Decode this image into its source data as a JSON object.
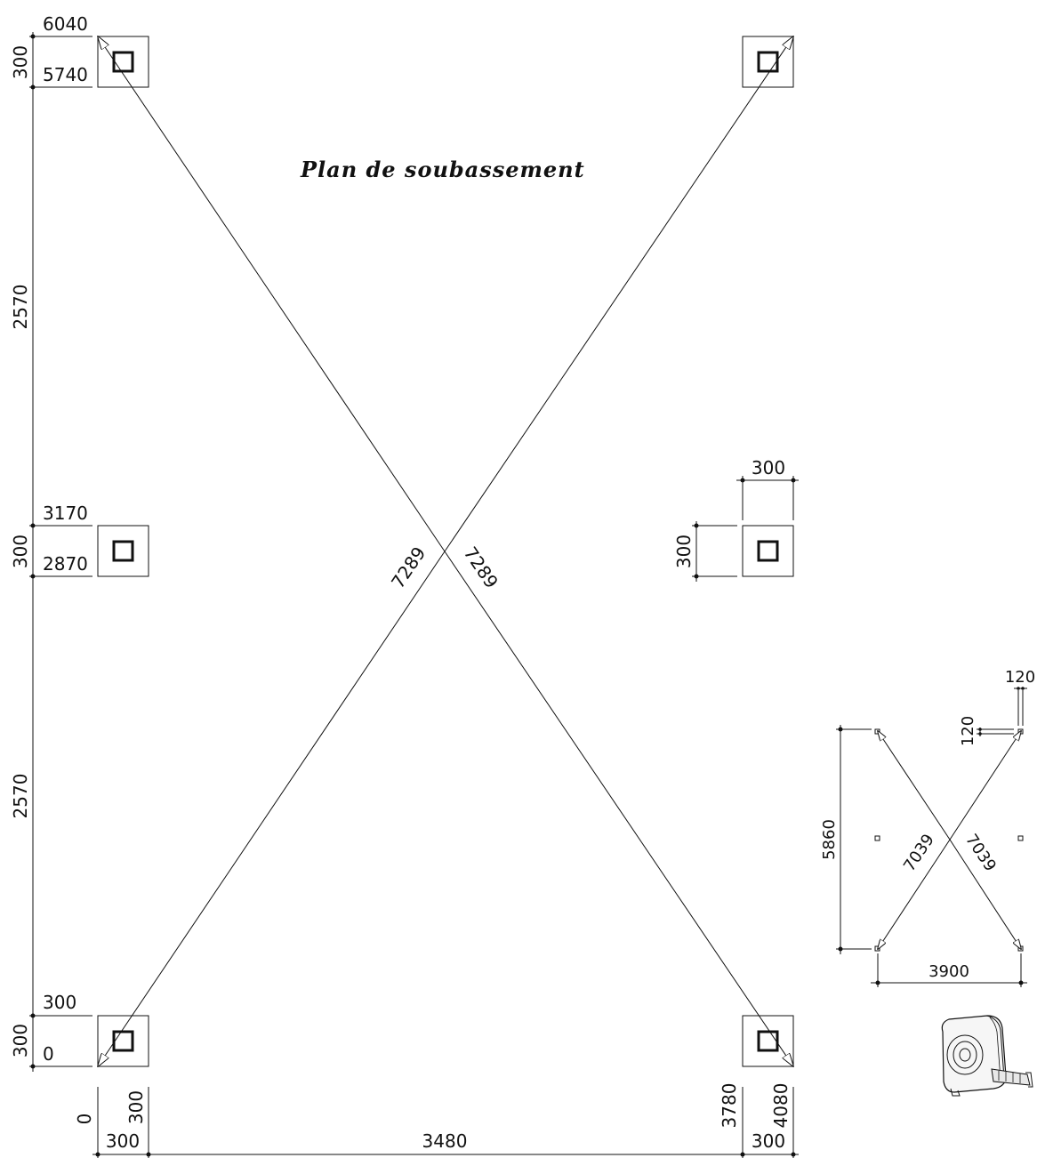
{
  "title": "Plan de soubassement",
  "left_dims": {
    "top_y1": "6040",
    "top_y2": "5740",
    "top_h": "300",
    "mid_y1": "3170",
    "mid_y2": "2870",
    "mid_h": "300",
    "bot_y1": "300",
    "bot_y2": "0",
    "bot_h": "300",
    "span_upper": "2570",
    "span_lower": "2570"
  },
  "bottom_dims": {
    "x0": "0",
    "x300": "300",
    "w_left": "300",
    "span": "3480",
    "x3780": "3780",
    "x4080": "4080",
    "w_right": "300"
  },
  "pier_dims": {
    "width": "300",
    "height": "300"
  },
  "diagonals": {
    "a": "7289",
    "b": "7289"
  },
  "mini_plan": {
    "diag_a": "7039",
    "diag_b": "7039",
    "height": "5860",
    "width": "3900",
    "post_w": "120",
    "post_h": "120"
  },
  "icons": [
    "tape-measure-icon"
  ]
}
